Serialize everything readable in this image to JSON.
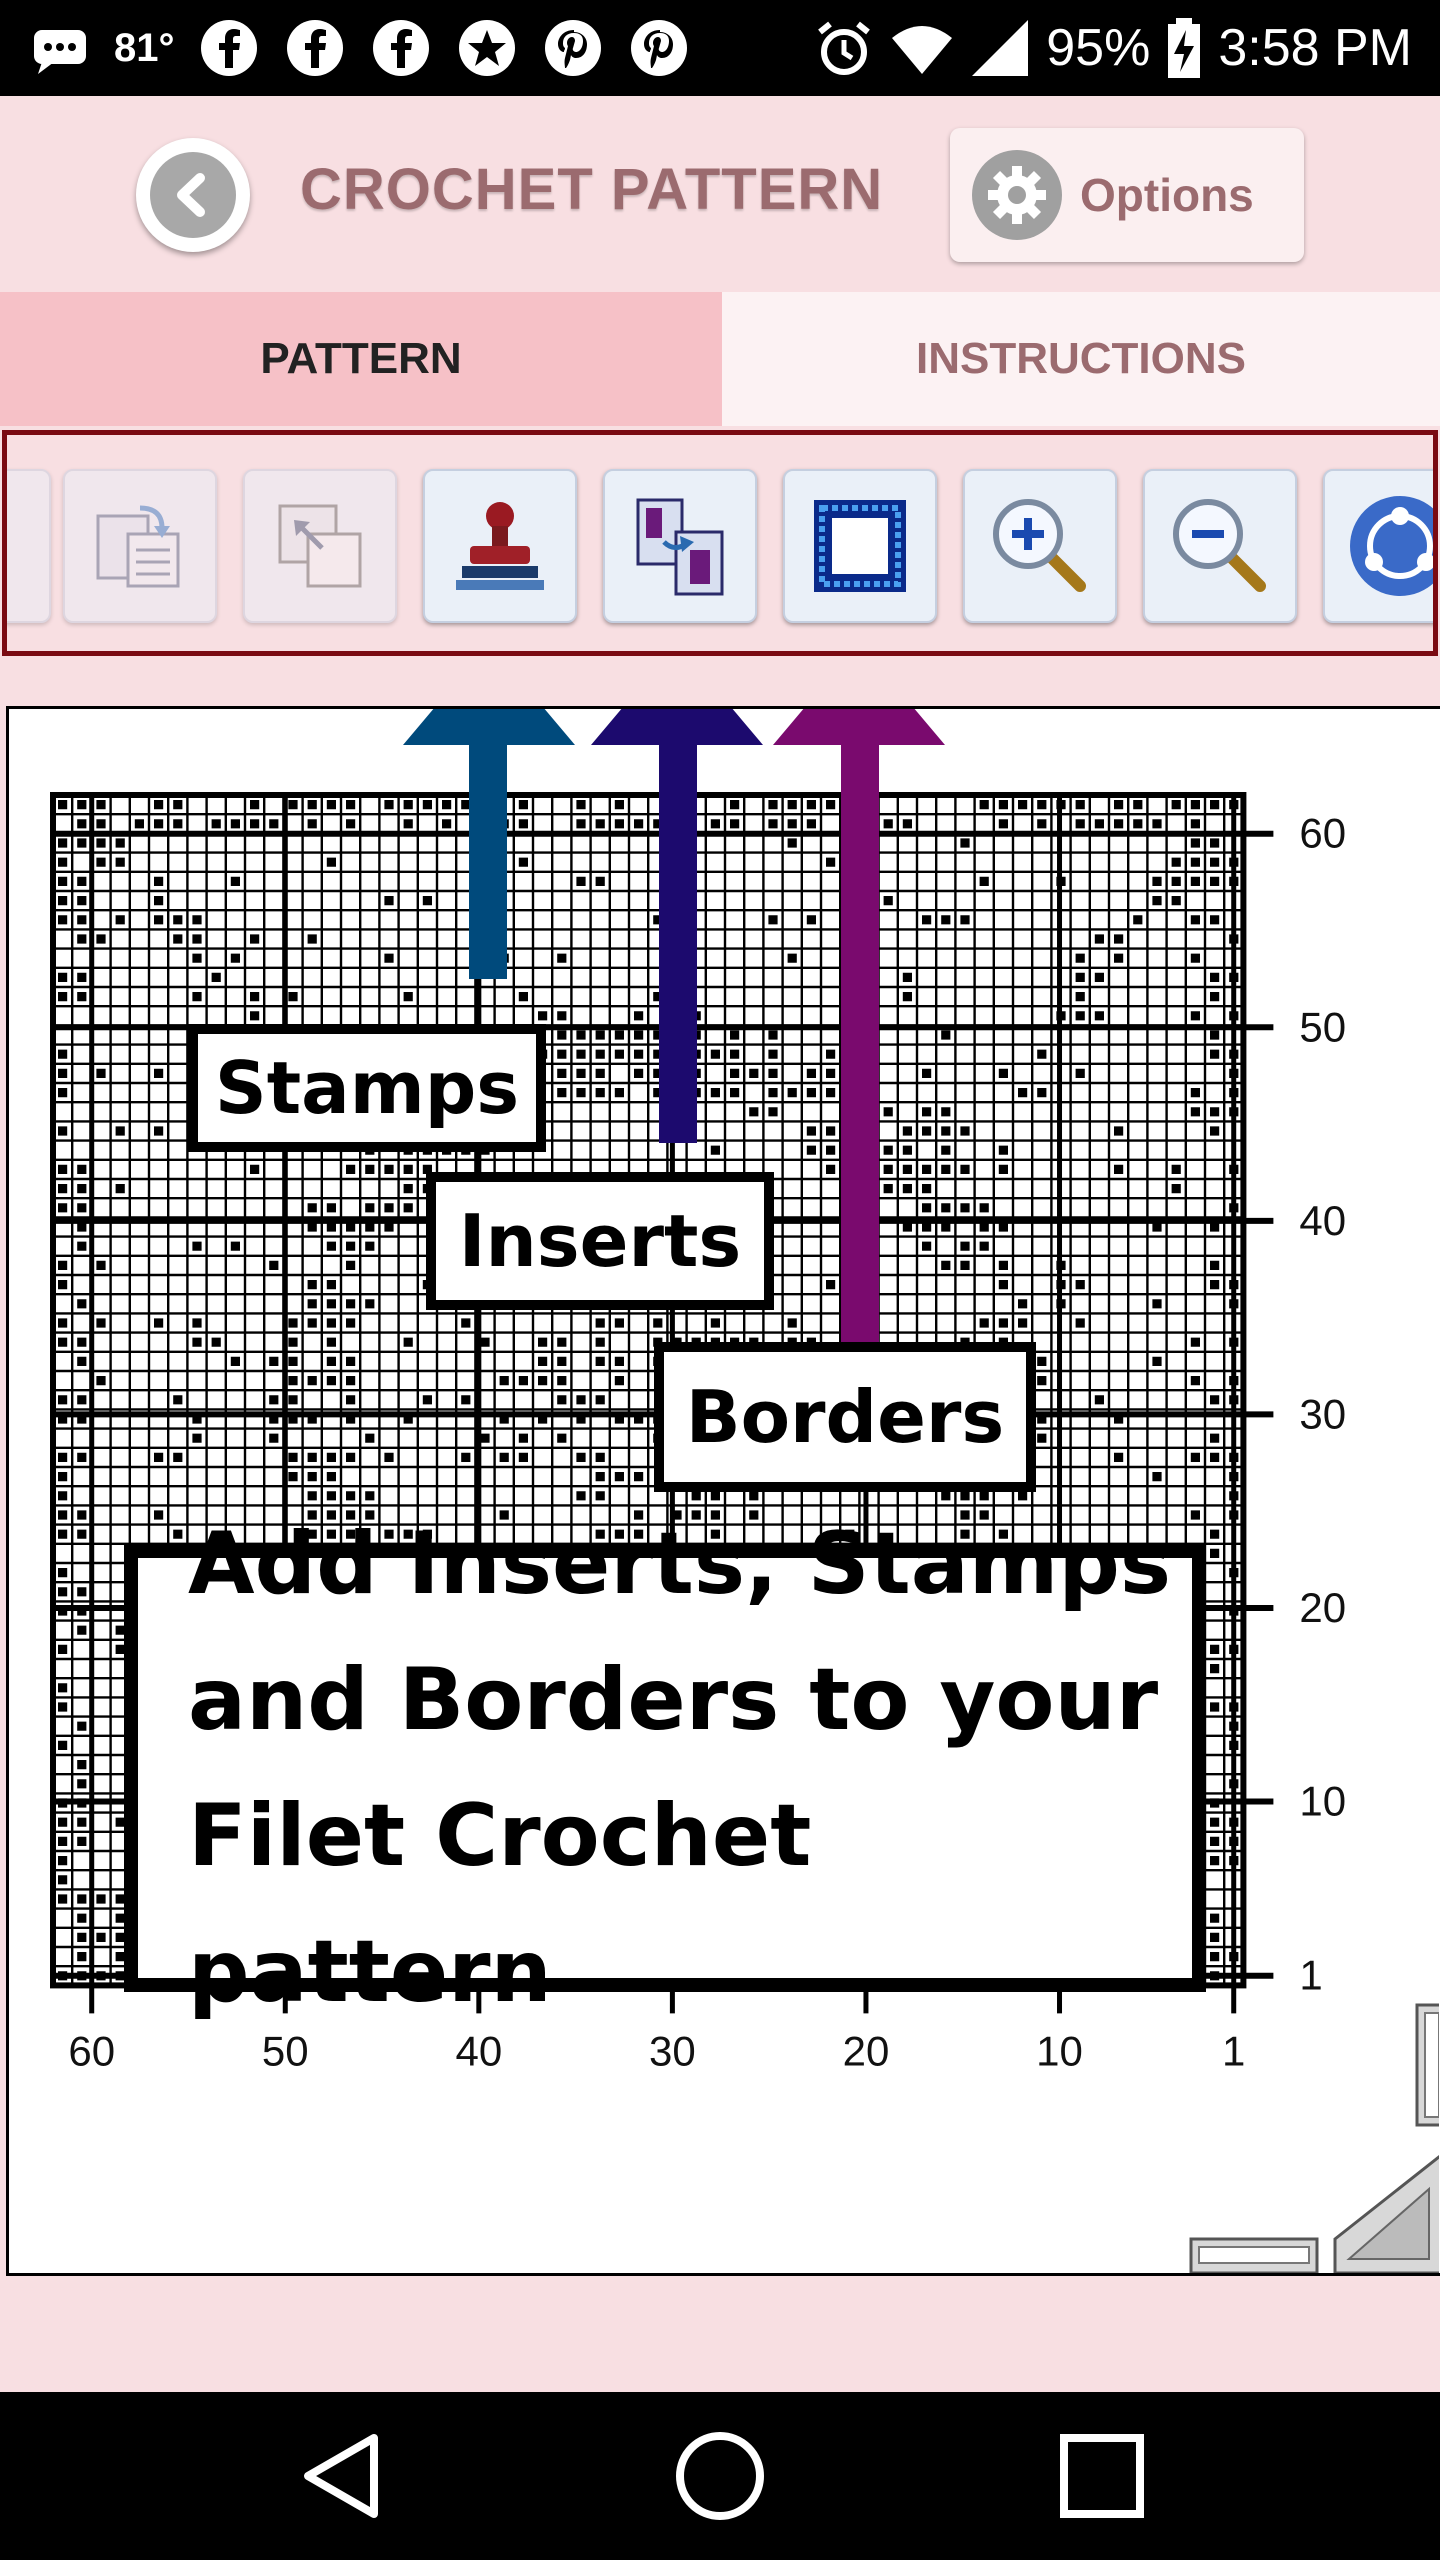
{
  "status_bar": {
    "temperature": "81°",
    "battery": "95%",
    "time": "3:58 PM",
    "icons": [
      "messages-icon",
      "facebook-icon",
      "facebook-icon",
      "facebook-icon",
      "star-icon",
      "pinterest-icon",
      "pinterest-icon",
      "alarm-icon",
      "wifi-icon",
      "signal-icon",
      "battery-charging-icon"
    ]
  },
  "header": {
    "title": "CROCHET PATTERN",
    "options_label": "Options"
  },
  "tabs": [
    {
      "label": "PATTERN",
      "active": true
    },
    {
      "label": "INSTRUCTIONS",
      "active": false
    }
  ],
  "toolbar": {
    "tools": [
      {
        "name": "copy-pattern-icon",
        "disabled": true
      },
      {
        "name": "resize-icon",
        "disabled": true
      },
      {
        "name": "stamp-icon",
        "disabled": false
      },
      {
        "name": "insert-icon",
        "disabled": false
      },
      {
        "name": "border-icon",
        "disabled": false
      },
      {
        "name": "zoom-in-icon",
        "disabled": false
      },
      {
        "name": "zoom-out-icon",
        "disabled": false
      },
      {
        "name": "share-icon",
        "disabled": false
      }
    ]
  },
  "chart_axes": {
    "y_ticks": [
      "60",
      "50",
      "40",
      "30",
      "20",
      "10",
      "1"
    ],
    "x_ticks": [
      "60",
      "50",
      "40",
      "30",
      "20",
      "10",
      "1"
    ]
  },
  "callouts": {
    "stamps": "Stamps",
    "inserts": "Inserts",
    "borders": "Borders",
    "main_line1": "Add Inserts, Stamps",
    "main_line2": "and Borders to your",
    "main_line3": "Filet Crochet pattern"
  },
  "colors": {
    "arrow_stamps": "#004a7c",
    "arrow_inserts": "#1c0a6e",
    "arrow_borders": "#7a0a6e",
    "accent_pink": "#f6c1c7",
    "toolbar_border": "#7a0a12"
  }
}
